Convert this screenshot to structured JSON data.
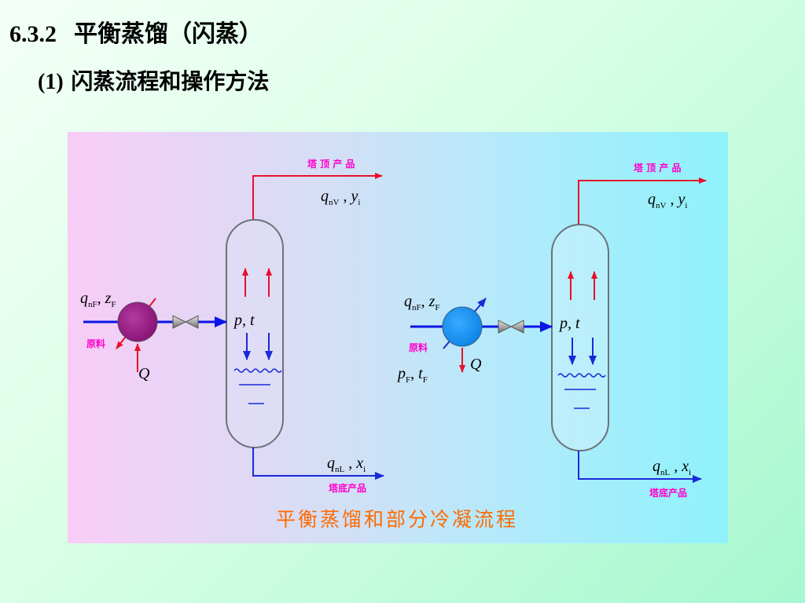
{
  "slide": {
    "section_number": "6.3.2",
    "section_title": "平衡蒸馏（闪蒸）",
    "subsection_number": "(1)",
    "subsection_title": "闪蒸流程和操作方法"
  },
  "diagram": {
    "caption": "平衡蒸馏和部分冷凝流程",
    "left": {
      "top_product": "塔 顶 产 品",
      "bottom_product": "塔底产品",
      "feed": "原料",
      "heat": "Q",
      "pressure_temp": "p, t",
      "feed_flow": {
        "var": "q",
        "sub": "nF"
      },
      "feed_comp": {
        "var": "z",
        "sub": "F"
      },
      "vapor_flow": {
        "var": "q",
        "sub": "nV"
      },
      "vapor_comp": {
        "var": "y",
        "sub": "i"
      },
      "liquid_flow": {
        "var": "q",
        "sub": "nL"
      },
      "liquid_comp": {
        "var": "x",
        "sub": "i"
      }
    },
    "right": {
      "top_product": "塔 顶 产 品",
      "bottom_product": "塔底产品",
      "feed": "原料",
      "heat": "Q",
      "pressure_temp": "p, t",
      "feed_flow": {
        "var": "q",
        "sub": "nF"
      },
      "feed_comp": {
        "var": "z",
        "sub": "F"
      },
      "feed_pressure": {
        "var": "p",
        "sub": "F"
      },
      "feed_temp": {
        "var": "t",
        "sub": "F"
      },
      "vapor_flow": {
        "var": "q",
        "sub": "nV"
      },
      "vapor_comp": {
        "var": "y",
        "sub": "i"
      },
      "liquid_flow": {
        "var": "q",
        "sub": "nL"
      },
      "liquid_comp": {
        "var": "x",
        "sub": "i"
      }
    },
    "colors": {
      "feed_line": "#0a14e6",
      "vapor_line": "#e8102a",
      "liquid_line": "#1a2ad8",
      "heater_left": "#a0228c",
      "cooler_right": "#1a94f4",
      "label_magenta": "#ff00cc",
      "caption_orange": "#ff6a00"
    }
  }
}
